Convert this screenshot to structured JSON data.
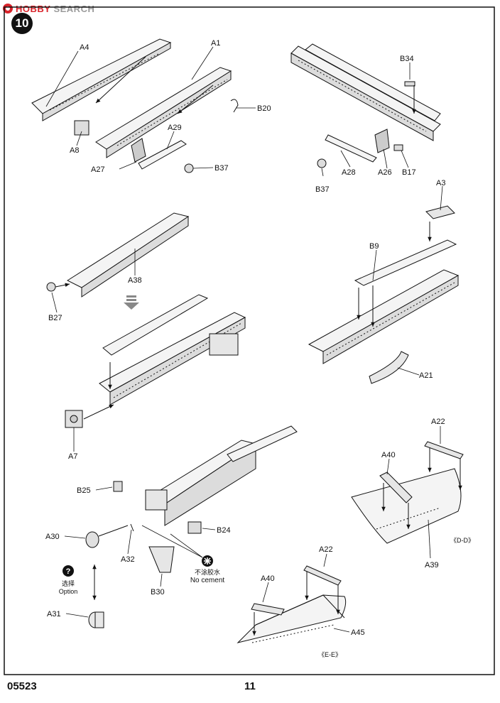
{
  "watermark": {
    "part1": "HOBBY",
    "part2": "SEARCH"
  },
  "step_number": "10",
  "part_labels": [
    "A4",
    "A1",
    "B20",
    "A8",
    "A29",
    "A27",
    "B37",
    "B34",
    "A28",
    "A26",
    "B17",
    "B37",
    "A3",
    "A38",
    "B9",
    "B27",
    "A21",
    "A7",
    "A22",
    "A40",
    "B25",
    "B24",
    "A30",
    "A32",
    "B30",
    "A39",
    "A22",
    "A40",
    "A45",
    "A31"
  ],
  "section_labels": {
    "d": "《D-D》",
    "e": "《E-E》"
  },
  "option": {
    "cn": "选择",
    "en": "Option"
  },
  "no_cement": {
    "cn": "不涂胶水",
    "en": "No cement"
  },
  "footer": {
    "product_code": "05523",
    "page_number": "11"
  }
}
